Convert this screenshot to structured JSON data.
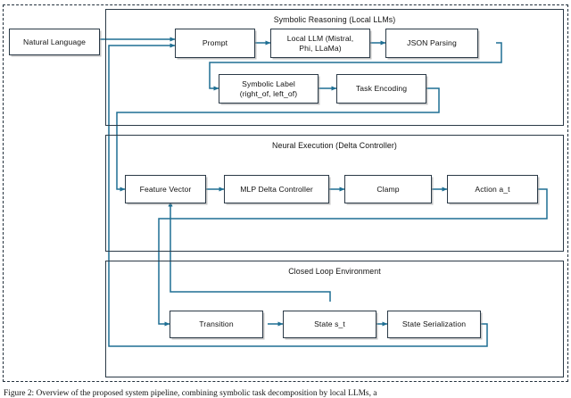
{
  "figure": {
    "outer_border_style": "dashed",
    "accent_line_color": "#1f6f93",
    "node_border_color": "#2b3a47",
    "caption": "Figure 2:  Overview of the proposed system pipeline, combining symbolic task decomposition by local LLMs, a"
  },
  "groups": [
    {
      "id": "symbolic",
      "title": "Symbolic Reasoning (Local LLMs)"
    },
    {
      "id": "neural",
      "title": "Neural Execution (Delta Controller)"
    },
    {
      "id": "closedloop",
      "title": "Closed Loop Environment"
    }
  ],
  "nodes": [
    {
      "id": "natural_language",
      "label": "Natural Language"
    },
    {
      "id": "prompt",
      "label": "Prompt"
    },
    {
      "id": "local_llm",
      "label": "Local LLM (Mistral, Phi, LLaMa)"
    },
    {
      "id": "json_parsing",
      "label": "JSON Parsing"
    },
    {
      "id": "symbolic_label",
      "label": "Symbolic Label (right_of, left_of)"
    },
    {
      "id": "task_encoding",
      "label": "Task Encoding"
    },
    {
      "id": "feature_vector",
      "label": "Feature Vector"
    },
    {
      "id": "mlp_delta",
      "label": "MLP Delta Controller"
    },
    {
      "id": "clamp",
      "label": "Clamp"
    },
    {
      "id": "action_at",
      "label": "Action a_t"
    },
    {
      "id": "transition",
      "label": "Transition"
    },
    {
      "id": "state_st",
      "label": "State s_t"
    },
    {
      "id": "state_serialization",
      "label": "State Serialization"
    }
  ],
  "node_lines": {
    "local_llm_line1": "Local LLM (Mistral,",
    "local_llm_line2": "Phi, LLaMa)",
    "symbolic_label_line1": "Symbolic Label",
    "symbolic_label_line2": "(right_of, left_of)"
  },
  "edges": [
    {
      "from": "natural_language",
      "to": "prompt"
    },
    {
      "from": "prompt",
      "to": "local_llm"
    },
    {
      "from": "local_llm",
      "to": "json_parsing"
    },
    {
      "from": "json_parsing",
      "to": "symbolic_label"
    },
    {
      "from": "symbolic_label",
      "to": "task_encoding"
    },
    {
      "from": "task_encoding",
      "to": "feature_vector"
    },
    {
      "from": "feature_vector",
      "to": "mlp_delta"
    },
    {
      "from": "mlp_delta",
      "to": "clamp"
    },
    {
      "from": "clamp",
      "to": "action_at"
    },
    {
      "from": "action_at",
      "to": "transition"
    },
    {
      "from": "transition",
      "to": "state_st"
    },
    {
      "from": "state_st",
      "to": "state_serialization"
    },
    {
      "from": "state_serialization",
      "to": "prompt"
    },
    {
      "from": "state_st",
      "to": "feature_vector"
    }
  ]
}
